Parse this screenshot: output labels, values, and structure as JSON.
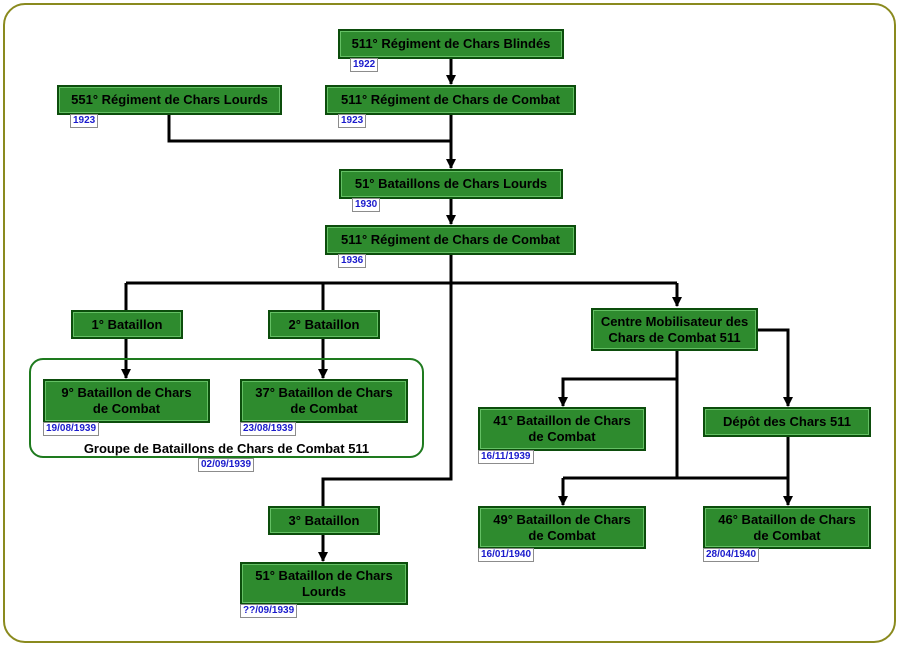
{
  "nodes": {
    "rcb_1922": {
      "label": "511° Régiment de Chars Blindés",
      "date": "1922"
    },
    "rcl_551": {
      "label": "551° Régiment de Chars Lourds",
      "date": "1923"
    },
    "rcc_1923": {
      "label": "511° Régiment de Chars de Combat",
      "date": "1923"
    },
    "bcl_51": {
      "label": "51° Bataillons de Chars Lourds",
      "date": "1930"
    },
    "rcc_1936": {
      "label": "511° Régiment de Chars de Combat",
      "date": "1936"
    },
    "bat_1": {
      "label": "1° Bataillon"
    },
    "bat_2": {
      "label": "2° Bataillon"
    },
    "bat_3": {
      "label": "3° Bataillon"
    },
    "cm_511": {
      "label": "Centre Mobilisateur des Chars de Combat 511"
    },
    "bcc_9": {
      "label": "9° Bataillon de Chars de Combat",
      "date": "19/08/1939"
    },
    "bcc_37": {
      "label": "37° Bataillon de Chars de Combat",
      "date": "23/08/1939"
    },
    "bcc_41": {
      "label": "41° Bataillon de Chars de Combat",
      "date": "16/11/1939"
    },
    "depot": {
      "label": "Dépôt des Chars 511"
    },
    "bcc_49": {
      "label": "49° Bataillon de Chars de Combat",
      "date": "16/01/1940"
    },
    "bcc_46": {
      "label": "46° Bataillon de Chars de Combat",
      "date": "28/04/1940"
    },
    "bcl_51b": {
      "label": "51° Bataillon de Chars Lourds",
      "date": "??/09/1939"
    }
  },
  "group": {
    "label": "Groupe de Bataillons de Chars de Combat 511",
    "date": "02/09/1939"
  },
  "colors": {
    "node_fill": "#2e8b2e",
    "node_border": "#0c4d0c",
    "date_text": "#1a1acc",
    "connector": "#000000",
    "frame": "#8a8a1e"
  }
}
